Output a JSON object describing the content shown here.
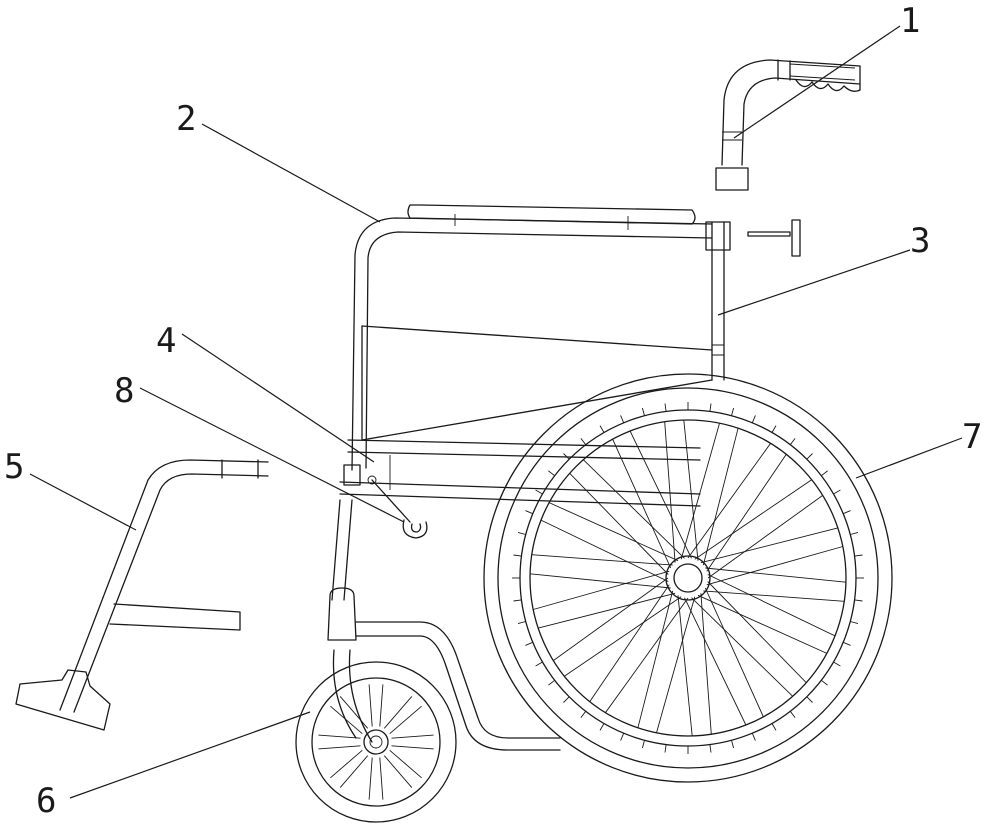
{
  "callouts": [
    {
      "id": "1",
      "label": "1"
    },
    {
      "id": "2",
      "label": "2"
    },
    {
      "id": "3",
      "label": "3"
    },
    {
      "id": "4",
      "label": "4"
    },
    {
      "id": "5",
      "label": "5"
    },
    {
      "id": "6",
      "label": "6"
    },
    {
      "id": "7",
      "label": "7"
    },
    {
      "id": "8",
      "label": "8"
    }
  ],
  "style": {
    "line_color": "#1a1a1a",
    "background": "#ffffff"
  }
}
